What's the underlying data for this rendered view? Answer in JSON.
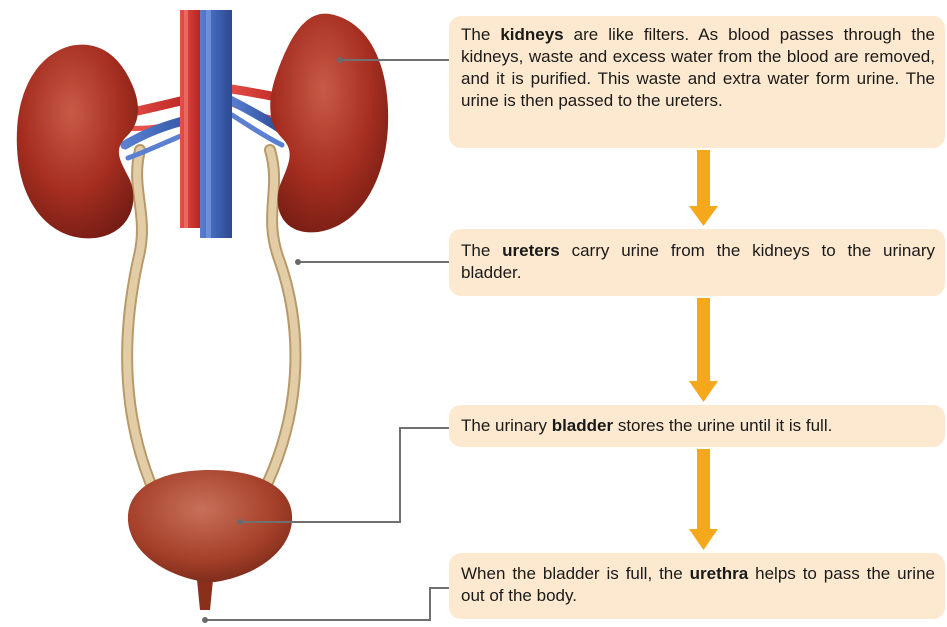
{
  "steps": [
    {
      "id": "kidneys",
      "before": "The ",
      "term": "kidneys",
      "after": " are like filters. As blood passes through the kidneys, waste and excess water from the blood are removed, and it is purified. This waste and extra water form urine. The urine is then passed to the ureters."
    },
    {
      "id": "ureters",
      "before": "The ",
      "term": "ureters",
      "after": " carry urine from the kidneys to the urinary bladder."
    },
    {
      "id": "bladder",
      "before": "The urinary ",
      "term": "bladder",
      "after": " stores the urine until it is full."
    },
    {
      "id": "urethra",
      "before": "When the bladder is full, the ",
      "term": "urethra",
      "after": " helps to pass the urine out of the body."
    }
  ],
  "colors": {
    "box_fill": "#fde9cf",
    "arrow": "#f5a81c",
    "kidney": "#a83222",
    "artery": "#d6332f",
    "vein": "#3f63b3",
    "ureter": "#dcc49c",
    "bladder": "#a5402a",
    "leader_line": "#707070"
  }
}
